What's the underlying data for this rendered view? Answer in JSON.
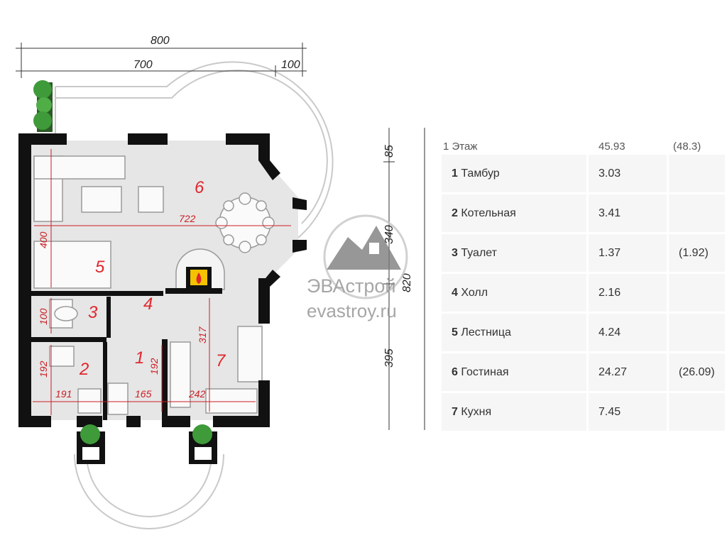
{
  "dimensions": {
    "overall_width": "800",
    "main_width": "700",
    "bay_width": "100",
    "right_top": "85",
    "right_middle": "340",
    "right_bottom": "395",
    "right_total": "820",
    "living_width": "722",
    "left_upper": "400",
    "left_toilet": "100",
    "left_lower": "192",
    "bottom_room2": "191",
    "bottom_room1": "165",
    "bottom_kitchen": "242",
    "room1_height": "192",
    "kitchen_height": "317"
  },
  "room_labels": [
    "1",
    "2",
    "3",
    "4",
    "5",
    "6",
    "7"
  ],
  "watermark": {
    "brand": "ЭВАстрой",
    "url": "evastroy.ru"
  },
  "area_table": {
    "header": {
      "floor": "1 Этаж",
      "area": "45.93",
      "alt": "(48.3)"
    },
    "rooms": [
      {
        "num": "1",
        "name": "Тамбур",
        "area": "3.03",
        "alt": ""
      },
      {
        "num": "2",
        "name": "Котельная",
        "area": "3.41",
        "alt": ""
      },
      {
        "num": "3",
        "name": "Туалет",
        "area": "1.37",
        "alt": "(1.92)"
      },
      {
        "num": "4",
        "name": "Холл",
        "area": "2.16",
        "alt": ""
      },
      {
        "num": "5",
        "name": "Лестница",
        "area": "4.24",
        "alt": ""
      },
      {
        "num": "6",
        "name": "Гостиная",
        "area": "24.27",
        "alt": "(26.09)"
      },
      {
        "num": "7",
        "name": "Кухня",
        "area": "7.45",
        "alt": ""
      }
    ]
  },
  "colors": {
    "wall": "#111111",
    "floor": "#e6e6e6",
    "room_number": "#e0272d",
    "plant": "#3f9a3a",
    "watermark": "#8e8e8e"
  }
}
